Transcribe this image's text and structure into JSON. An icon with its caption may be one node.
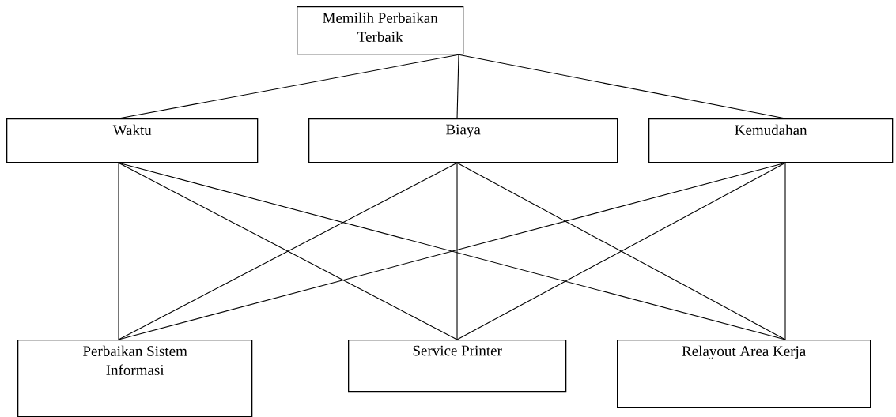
{
  "diagram": {
    "nodes": [
      {
        "text": [
          "Memilih Perbaikan Terbaik"
        ]
      },
      {
        "text": [
          "Waktu"
        ]
      },
      {
        "text": [
          "Biaya"
        ]
      },
      {
        "text": [
          "Kemudahan"
        ]
      },
      {
        "text": [
          "Perbaikan Sistem Informasi"
        ]
      },
      {
        "text": [
          "Service Printer"
        ]
      },
      {
        "text": [
          "Relayout Area Kerja"
        ]
      }
    ],
    "edges": [
      {
        "from": 0,
        "to": 1,
        "arrow": "none"
      },
      {
        "from": 0,
        "to": 2,
        "arrow": "none"
      },
      {
        "from": 0,
        "to": 3,
        "arrow": "none"
      },
      {
        "from": 1,
        "to": 4,
        "arrow": "none"
      },
      {
        "from": 1,
        "to": 5,
        "arrow": "none"
      },
      {
        "from": 1,
        "to": 6,
        "arrow": "none"
      },
      {
        "from": 2,
        "to": 4,
        "arrow": "none"
      },
      {
        "from": 2,
        "to": 5,
        "arrow": "none"
      },
      {
        "from": 2,
        "to": 6,
        "arrow": "none"
      },
      {
        "from": 3,
        "to": 4,
        "arrow": "none"
      },
      {
        "from": 3,
        "to": 5,
        "arrow": "none"
      },
      {
        "from": 3,
        "to": 6,
        "arrow": "none"
      }
    ]
  }
}
